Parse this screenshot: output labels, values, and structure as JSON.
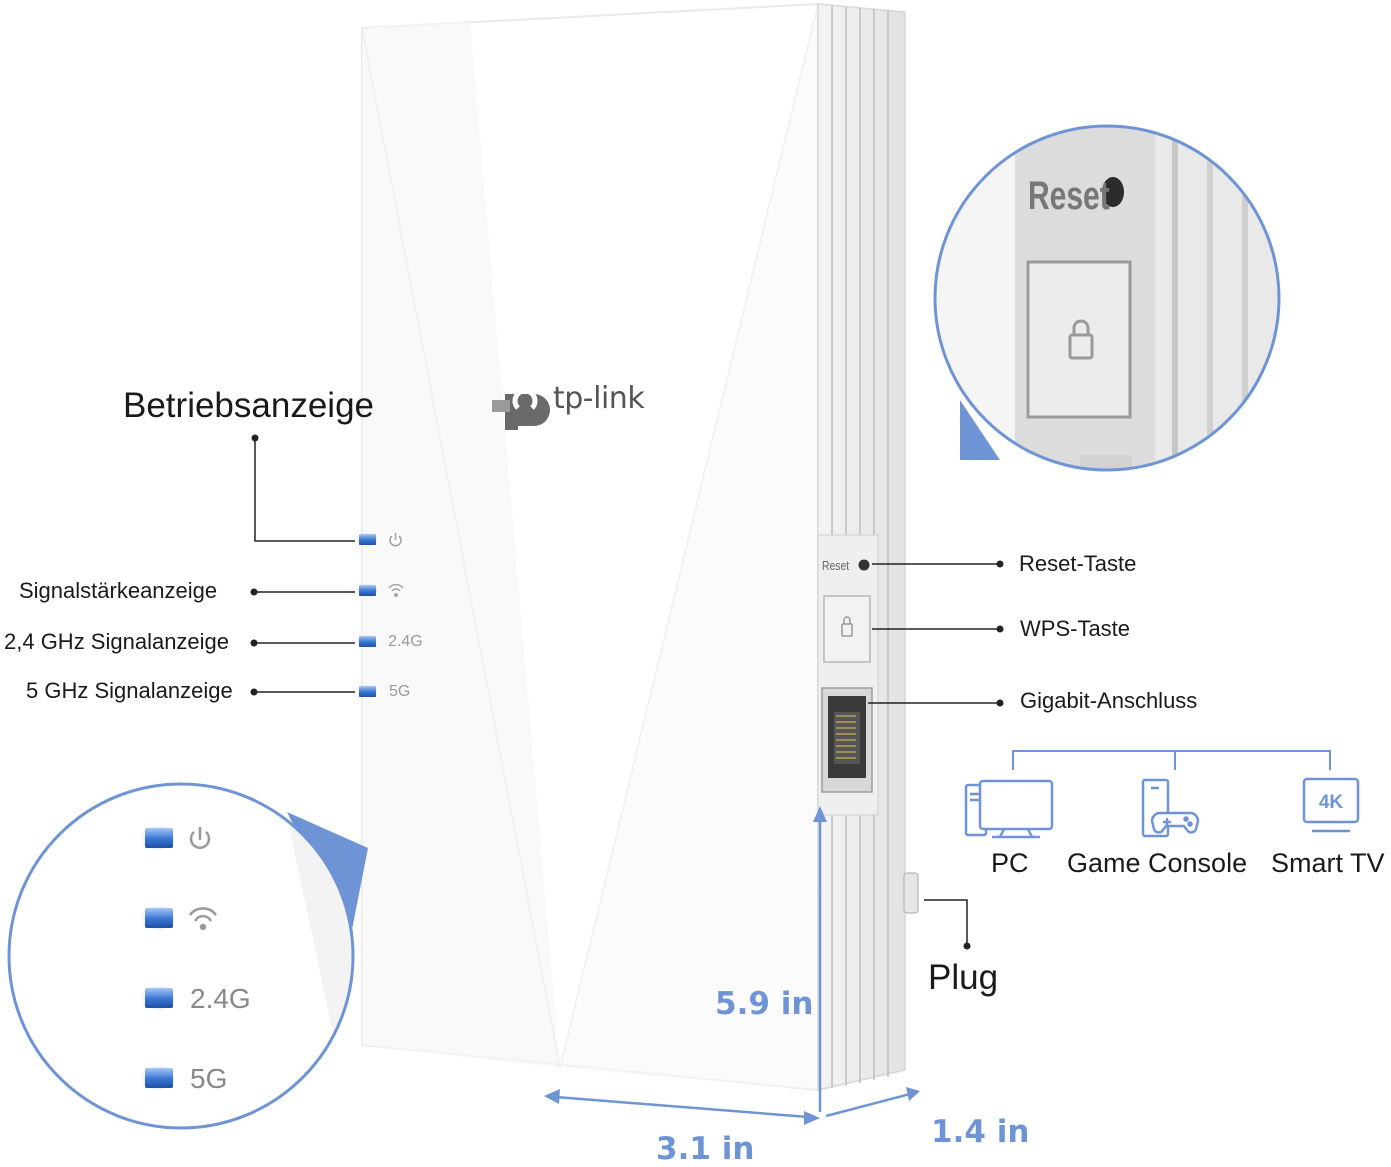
{
  "brand": {
    "logo_text": "tp-link"
  },
  "labels": {
    "power_led": "Betriebsanzeige",
    "signal_strength_led": "Signalstärkeanzeige",
    "led_24": "2,4 GHz Signalanzeige",
    "led_5": "5 GHz Signalanzeige",
    "reset_button": "Reset-Taste",
    "wps_button": "WPS-Taste",
    "gigabit_port": "Gigabit-Anschluss",
    "plug": "Plug"
  },
  "led_markings": {
    "band_24": "2.4G",
    "band_5": "5G"
  },
  "device_markings": {
    "reset": "Reset"
  },
  "devices": [
    {
      "label": "PC",
      "icon": "desktop-pc-icon"
    },
    {
      "label": "Game Console",
      "icon": "game-console-icon"
    },
    {
      "label": "Smart TV",
      "icon": "smart-tv-icon",
      "badge": "4K"
    }
  ],
  "dimensions": {
    "height": "5.9 in",
    "width": "3.1 in",
    "depth": "1.4 in"
  },
  "colors": {
    "accent_blue": "#6f94d6",
    "led_blue": "#3a7bd5",
    "device_body": "#ffffff",
    "line": "#222222"
  }
}
